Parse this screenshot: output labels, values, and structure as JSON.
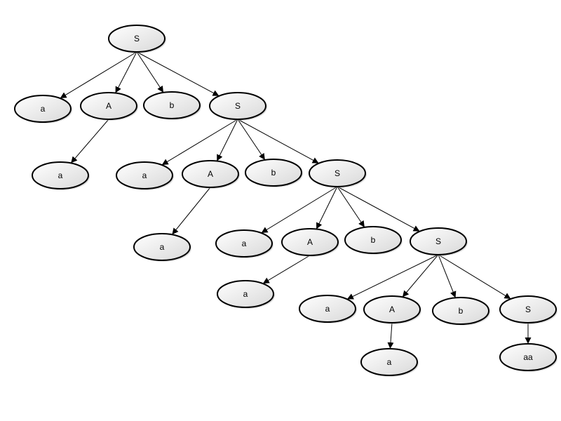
{
  "nodes": [
    {
      "id": "n0",
      "label": "S"
    },
    {
      "id": "n1",
      "label": "a"
    },
    {
      "id": "n2",
      "label": "A"
    },
    {
      "id": "n3",
      "label": "b"
    },
    {
      "id": "n4",
      "label": "S"
    },
    {
      "id": "n5",
      "label": "a"
    },
    {
      "id": "n6",
      "label": "a"
    },
    {
      "id": "n7",
      "label": "A"
    },
    {
      "id": "n8",
      "label": "b"
    },
    {
      "id": "n9",
      "label": "S"
    },
    {
      "id": "n10",
      "label": "a"
    },
    {
      "id": "n11",
      "label": "a"
    },
    {
      "id": "n12",
      "label": "A"
    },
    {
      "id": "n13",
      "label": "b"
    },
    {
      "id": "n14",
      "label": "S"
    },
    {
      "id": "n15",
      "label": "a"
    },
    {
      "id": "n16",
      "label": "a"
    },
    {
      "id": "n17",
      "label": "A"
    },
    {
      "id": "n18",
      "label": "b"
    },
    {
      "id": "n19",
      "label": "S"
    },
    {
      "id": "n20",
      "label": "a"
    },
    {
      "id": "n21",
      "label": "aa"
    }
  ],
  "edges": [
    [
      "n0",
      "n1"
    ],
    [
      "n0",
      "n2"
    ],
    [
      "n0",
      "n3"
    ],
    [
      "n0",
      "n4"
    ],
    [
      "n2",
      "n5"
    ],
    [
      "n4",
      "n6"
    ],
    [
      "n4",
      "n7"
    ],
    [
      "n4",
      "n8"
    ],
    [
      "n4",
      "n9"
    ],
    [
      "n7",
      "n10"
    ],
    [
      "n9",
      "n11"
    ],
    [
      "n9",
      "n12"
    ],
    [
      "n9",
      "n13"
    ],
    [
      "n9",
      "n14"
    ],
    [
      "n12",
      "n15"
    ],
    [
      "n14",
      "n16"
    ],
    [
      "n14",
      "n17"
    ],
    [
      "n14",
      "n18"
    ],
    [
      "n14",
      "n19"
    ],
    [
      "n17",
      "n20"
    ],
    [
      "n19",
      "n21"
    ]
  ],
  "colors": {
    "node_fill_light": "#ffffff",
    "node_fill_dark": "#d9d9d9",
    "stroke": "#000000"
  }
}
